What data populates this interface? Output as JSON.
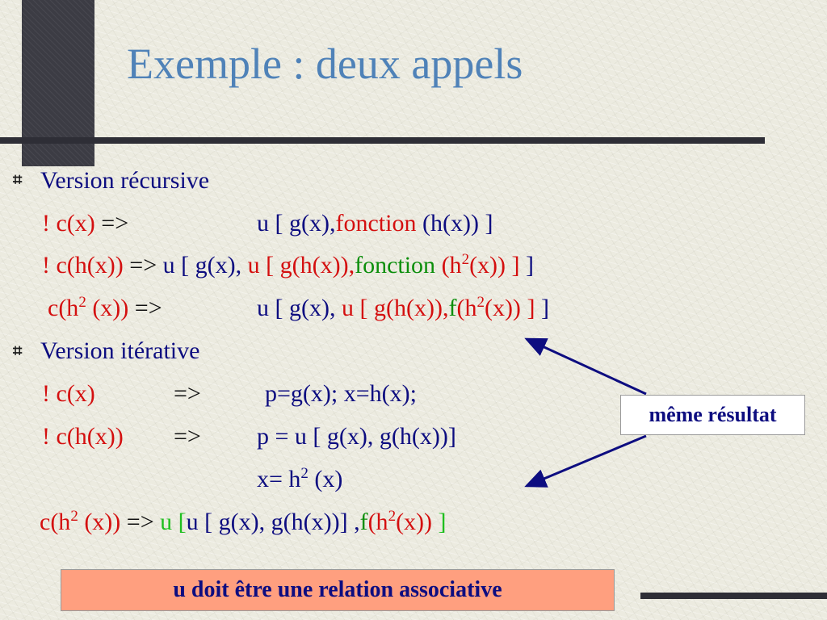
{
  "title": "Exemple : deux appels",
  "bullet_icon": "square-hash-bullet",
  "colors": {
    "title": "#4f82b8",
    "text": "#0d0d80",
    "red": "#d40f0f",
    "green": "#0b8e0b",
    "light_green": "#1fbf1f",
    "note_bg": "#ffffff",
    "footer_bg": "#ff9f7f",
    "rule": "#2e2e36"
  },
  "recursive": {
    "heading": "Version récursive",
    "line1": {
      "call": "! c(x)",
      "arrow": "=>",
      "u": "u",
      "open": "[",
      "g": "g(x),",
      "fonction": "fonction",
      "h": "(h(x))",
      "close": "]"
    },
    "line2": {
      "call": "! c(h(x))",
      "arrow": "=>",
      "u": "u",
      "open": "[",
      "g": "g(x),",
      "u2": "u",
      "open2": "[",
      "gh": "g(h(x)),",
      "fonction": "fonction",
      "h2a": "(h",
      "exp": "2",
      "h2b": "(x))",
      "close2": "]",
      "close": "]"
    },
    "line3": {
      "c_a": "c(h",
      "exp": "2",
      "c_b": "(x))",
      "arrow": "=>",
      "u": "u",
      "open": "[",
      "g": "g(x),",
      "u2": "u",
      "open2": "[",
      "gh": "g(h(x)),",
      "f": "f",
      "h2a": "(h",
      "exp2": "2",
      "h2b": "(x))",
      "close2": "]",
      "close": "]"
    }
  },
  "iterative": {
    "heading": "Version itérative",
    "line1": {
      "call": "! c(x)",
      "arrow": "=>",
      "code": "p=g(x); x=h(x);"
    },
    "line2": {
      "call": "! c(h(x))",
      "arrow": "=>",
      "code": "p = u [ g(x), g(h(x))]"
    },
    "line3": {
      "code_a": "x= h",
      "exp": "2",
      "code_b": " (x)"
    },
    "line4": {
      "c_a": "c(h",
      "exp": "2",
      "c_b": "(x))",
      "arrow": "=>",
      "u": "u",
      "open": "[",
      "inner": "u [ g(x), g(h(x))] ,",
      "f": "f",
      "h2a": "(h",
      "exp2": "2",
      "h2b": "(x))",
      "close": "]"
    }
  },
  "note": "même résultat",
  "footer": "u doit être une relation associative"
}
